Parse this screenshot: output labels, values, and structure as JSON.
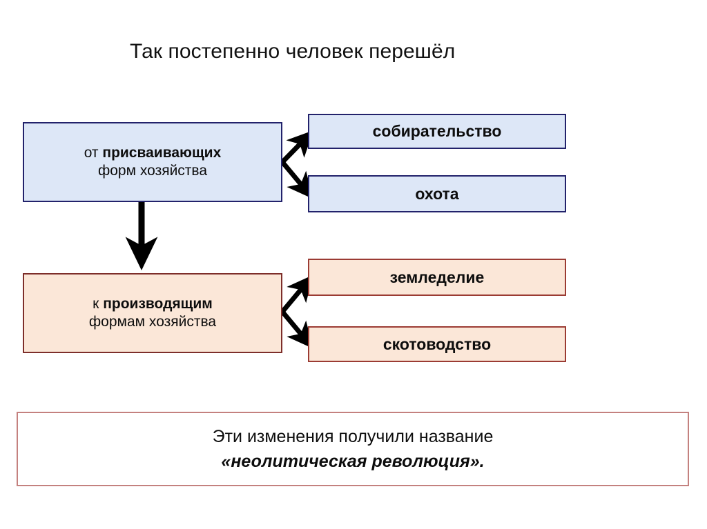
{
  "slide": {
    "title": "Так постепенно человек перешёл",
    "colors": {
      "blue_fill": "#dde7f7",
      "blue_border": "#22226b",
      "peach_fill": "#fbe7d8",
      "peach_border": "#7d2e2a",
      "conclusion_border": "#c4817f",
      "arrow": "#000000",
      "text": "#111111",
      "background": "#ffffff"
    }
  },
  "branches": {
    "appropriating": {
      "source": {
        "line1_prefix": "от ",
        "line1_strong": "присваивающих",
        "line2": "форм хозяйства"
      },
      "results": [
        {
          "label": "собирательство"
        },
        {
          "label": "охота"
        }
      ]
    },
    "producing": {
      "source": {
        "line1_prefix": "к ",
        "line1_strong": "производящим",
        "line2": "формам хозяйства"
      },
      "results": [
        {
          "label": "земледелие"
        },
        {
          "label": "скотоводство"
        }
      ]
    }
  },
  "conclusion": {
    "line1": "Эти изменения получили название",
    "line2": "«неолитическая революция»."
  },
  "arrows": [
    {
      "name": "arrow-appropriating-to-gathering"
    },
    {
      "name": "arrow-appropriating-to-hunting"
    },
    {
      "name": "arrow-appropriating-to-producing"
    },
    {
      "name": "arrow-producing-to-agriculture"
    },
    {
      "name": "arrow-producing-to-cattle"
    }
  ]
}
